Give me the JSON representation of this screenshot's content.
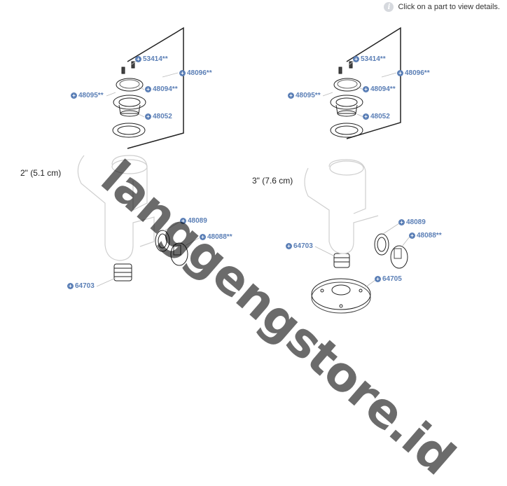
{
  "hint": {
    "text": "Click on a part to view details.",
    "icon": "info-icon"
  },
  "dimensions": {
    "left": "2\" (5.1 cm)",
    "right": "3\" (7.6 cm)"
  },
  "callouts_left": {
    "a": "53414**",
    "b": "48096**",
    "c": "48094**",
    "d": "48095**",
    "e": "48052",
    "f": "48089",
    "g": "48088**",
    "h": "64703"
  },
  "callouts_right": {
    "a": "53414**",
    "b": "48096**",
    "c": "48094**",
    "d": "48095**",
    "e": "48052",
    "f": "48089",
    "g": "48088**",
    "h": "64703",
    "i": "64705"
  },
  "watermark": "langgengstore.id",
  "colors": {
    "callout": "#5b7fb6",
    "line": "#222222",
    "ghost": "#cfcfcf"
  }
}
